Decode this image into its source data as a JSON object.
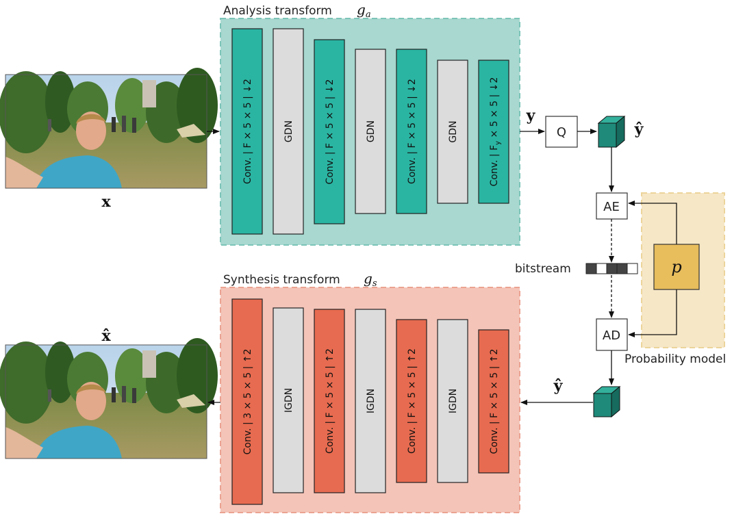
{
  "analysis": {
    "title": "Analysis transform",
    "symbol": "g",
    "subscript": "a",
    "blocks": [
      {
        "label": "Conv. | F × 5 × 5 | ↓2",
        "kind": "conv"
      },
      {
        "label": "GDN",
        "kind": "norm"
      },
      {
        "label": "Conv. | F × 5 × 5 | ↓2",
        "kind": "conv"
      },
      {
        "label": "GDN",
        "kind": "norm"
      },
      {
        "label": "Conv. | F × 5 × 5 | ↓2",
        "kind": "conv"
      },
      {
        "label": "GDN",
        "kind": "norm"
      },
      {
        "label": "Conv. | F",
        "label_sub": "y",
        "label_rest": " × 5 × 5 | ↓2",
        "kind": "conv"
      }
    ]
  },
  "synthesis": {
    "title": "Synthesis transform",
    "symbol": "g",
    "subscript": "s",
    "blocks": [
      {
        "label": "Conv. | 3 × 5 × 5 | ↑2",
        "kind": "conv"
      },
      {
        "label": "IGDN",
        "kind": "norm"
      },
      {
        "label": "Conv. | F × 5 × 5 | ↑2",
        "kind": "conv"
      },
      {
        "label": "IGDN",
        "kind": "norm"
      },
      {
        "label": "Conv. | F × 5 × 5 | ↑2",
        "kind": "conv"
      },
      {
        "label": "IGDN",
        "kind": "norm"
      },
      {
        "label": "Conv. | F × 5 × 5 | ↑2",
        "kind": "conv"
      }
    ]
  },
  "labels": {
    "x": "x",
    "x_hat": "x̂",
    "y": "y",
    "y_hat": "ŷ",
    "quantizer": "Q",
    "encoder": "AE",
    "decoder": "AD",
    "bitstream": "bitstream",
    "prob_symbol": "p",
    "prob_title": "Probability model"
  },
  "bitstream_bits": [
    1,
    0,
    1,
    1,
    0
  ],
  "colors": {
    "analysis_bg": "#a8d8d0",
    "analysis_border": "#7cc4b8",
    "conv_teal": "#2ab5a2",
    "synthesis_bg": "#f4c4b8",
    "synthesis_border": "#eba392",
    "conv_orange": "#e76b50",
    "norm_gray": "#dcdcdc",
    "prob_bg": "#f6e7c6",
    "prob_border": "#ecd49a",
    "prob_box": "#e8bd5c",
    "cube_front": "#1f8a7a",
    "cube_top": "#33b09c",
    "cube_side": "#166b5e"
  }
}
